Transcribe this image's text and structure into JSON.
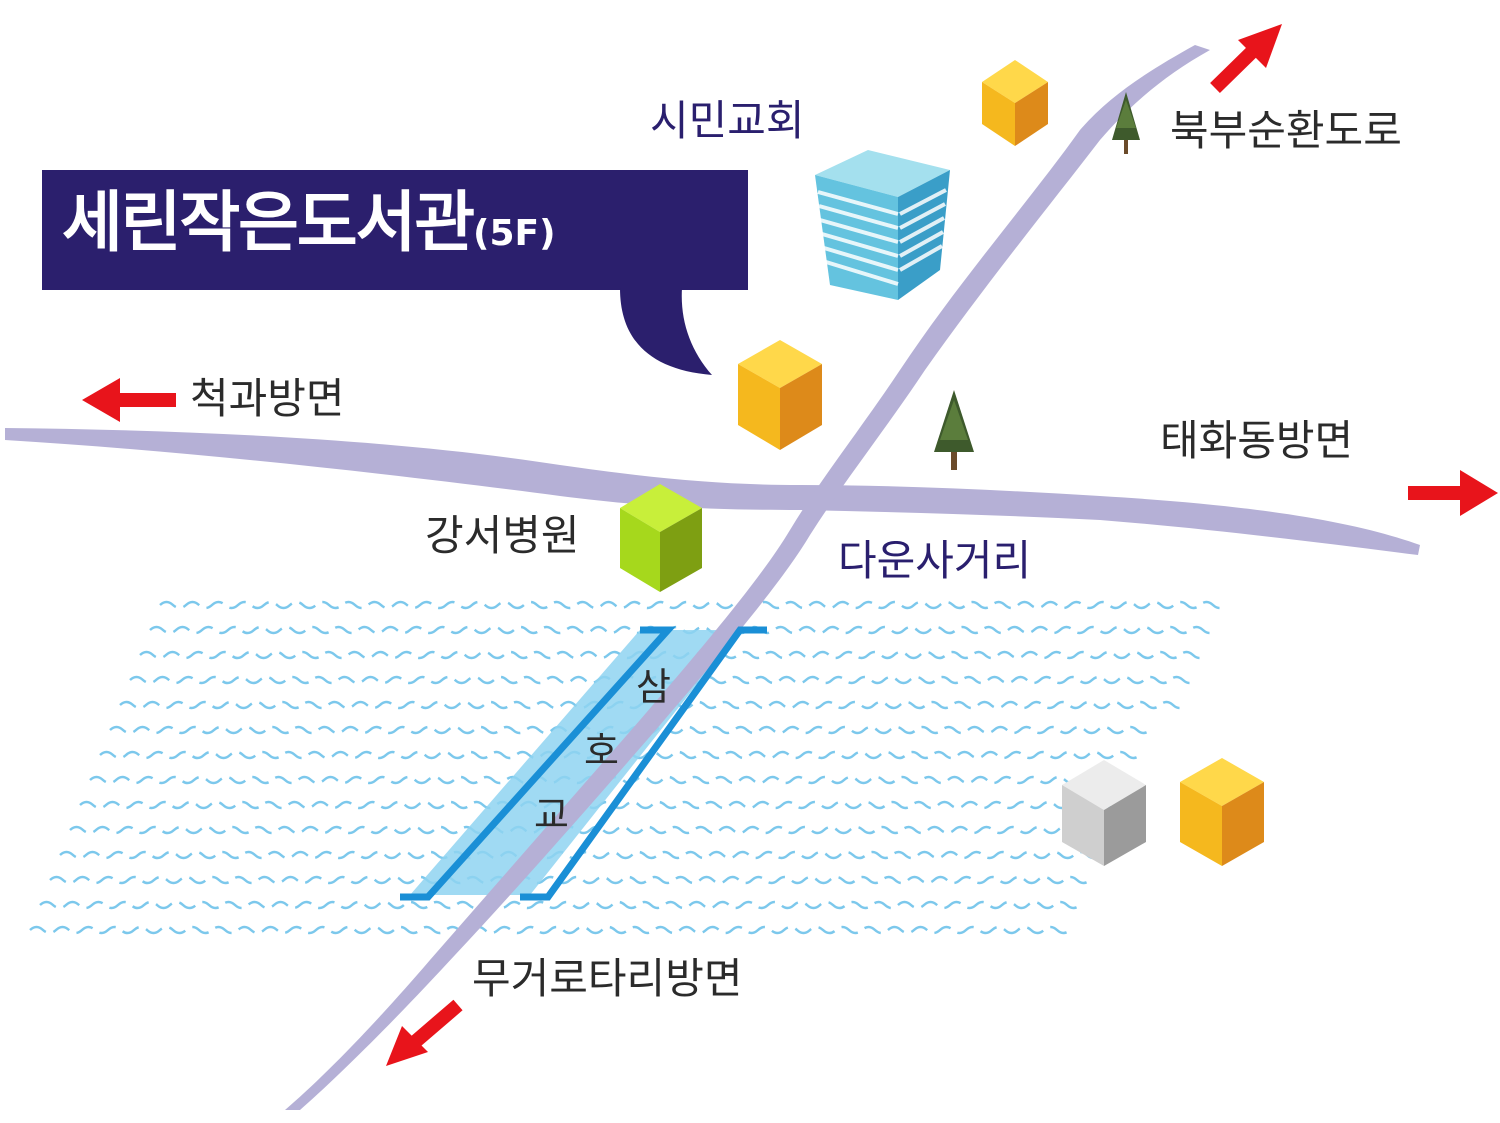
{
  "map": {
    "callout": {
      "title": "세린작은도서관",
      "floor": "(5F)"
    },
    "landmarks": {
      "church": "시민교회",
      "hospital": "강서병원",
      "intersection": "다운사거리"
    },
    "directions": {
      "north": "북부순환도로",
      "west": "척과방면",
      "east": "태화동방면",
      "south": "무거로타리방면"
    },
    "bridge": {
      "chars": [
        "삼",
        "호",
        "교"
      ]
    },
    "colors": {
      "callout_bg": "#2b1f6d",
      "road": "#b5b0d6",
      "arrow": "#e8141b",
      "water": "#7cc8ec",
      "bridge_line": "#1a8fd6",
      "building_yellow": "#f7c52a",
      "building_green": "#a6d81c",
      "building_gray": "#c8c8c8",
      "tower_blue": "#63c2df",
      "tree": "#3e5a2c"
    },
    "icons": [
      "arrow-icon",
      "tree-icon",
      "building-icon",
      "tower-icon"
    ]
  }
}
